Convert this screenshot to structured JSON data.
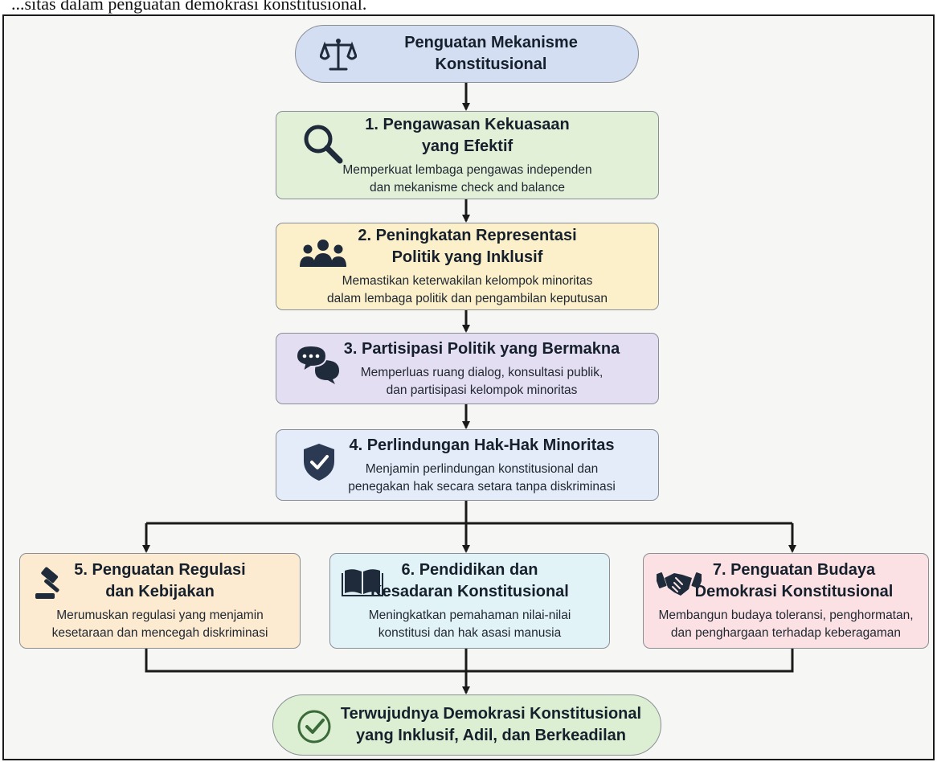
{
  "caption": "...sitas dalam penguatan demokrasi konstitusional.",
  "start": {
    "title": "Penguatan Mekanisme\nKonstitusional",
    "icon": "scales-icon",
    "color": "#d3def3"
  },
  "steps": [
    {
      "title": "1. Pengawasan Kekuasaan\nyang Efektif",
      "desc": "Memperkuat lembaga pengawas independen\ndan mekanisme check and balance",
      "icon": "magnifier-icon",
      "color": "#e3f0d8"
    },
    {
      "title": "2. Peningkatan Representasi\nPolitik yang Inklusif",
      "desc": "Memastikan keterwakilan kelompok minoritas\ndalam lembaga politik dan pengambilan keputusan",
      "icon": "people-group-icon",
      "color": "#fbf0c9"
    },
    {
      "title": "3. Partisipasi Politik yang Bermakna",
      "desc": "Memperluas ruang dialog, konsultasi publik,\ndan partisipasi kelompok minoritas",
      "icon": "chat-bubbles-icon",
      "color": "#e4def3"
    },
    {
      "title": "4. Perlindungan Hak-Hak Minoritas",
      "desc": "Menjamin perlindungan konstitusional dan\npenegakan hak secara setara tanpa diskriminasi",
      "icon": "shield-check-icon",
      "color": "#e4ecf9"
    }
  ],
  "branches": [
    {
      "title": "5. Penguatan Regulasi\ndan Kebijakan",
      "desc": "Merumuskan regulasi yang menjamin\nkesetaraan dan mencegah diskriminasi",
      "icon": "gavel-icon",
      "color": "#fcebd0"
    },
    {
      "title": "6. Pendidikan dan\nKesadaran Konstitusional",
      "desc": "Meningkatkan pemahaman nilai-nilai\nkonstitusi dan hak asasi manusia",
      "icon": "open-book-icon",
      "color": "#e2f3f7"
    },
    {
      "title": "7. Penguatan Budaya\nDemokrasi Konstitusional",
      "desc": "Membangun budaya toleransi, penghormatan,\ndan penghargaan terhadap keberagaman",
      "icon": "handshake-icon",
      "color": "#fbe1e4"
    }
  ],
  "end": {
    "title": "Terwujudnya Demokrasi Konstitusional\nyang Inklusif, Adil, dan Berkeadilan",
    "icon": "check-circle-icon",
    "color": "#dcefd2"
  },
  "colors": {
    "line": "#1a1a1a",
    "icon": "#1f2b3a",
    "end_icon": "#3b6a3a"
  }
}
